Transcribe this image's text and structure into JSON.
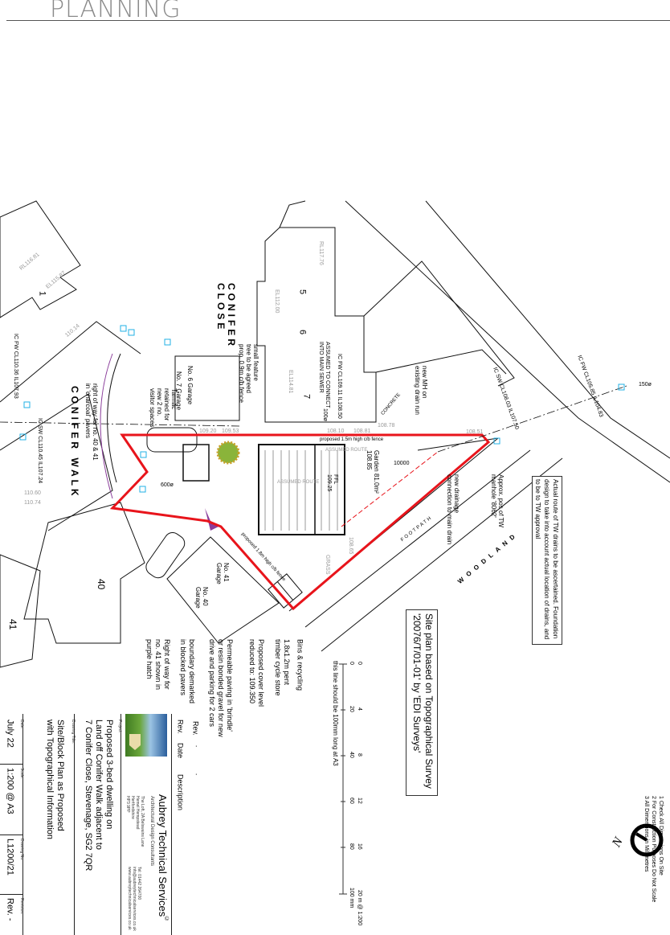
{
  "header": {
    "title": "PLANNING"
  },
  "notes": {
    "general": [
      "1 Check All Dimensions On Site",
      "2 For Construction Purposes Do Not Scale",
      "3 All Dimensions in Millimetres"
    ],
    "tw_drains": [
      "Actual route of TW drains to be ascertained. Foundation",
      "design to take into account actual location of drains, and",
      "to be to TW approval"
    ],
    "survey": [
      "Site plan based on Topographical Survey",
      "'20076/T/01-01' by 'EDI Surveys'"
    ],
    "north": "N"
  },
  "scale_bar": {
    "metres": [
      "0",
      "4",
      "8",
      "12",
      "16",
      "20"
    ],
    "metres_unit": "m @ 1:200",
    "millimetres": [
      "0",
      "20",
      "40",
      "60",
      "80",
      "100"
    ],
    "mm_unit": "mm",
    "caption": "this line should be 100mm long at A3"
  },
  "annotations": {
    "bins": "Bins & recycling",
    "cycle_store": [
      "1.8x1.2m pent",
      "timber cycle store"
    ],
    "cover_level": [
      "Proposed cover level",
      "reduced to: 109.350"
    ],
    "paving": [
      "Permeable paving in 'brindle'",
      "or resin bonded gravel for new",
      "drive and parking for 2 cars"
    ],
    "boundary": [
      "boundary demarked",
      "in blocked pavers"
    ],
    "right_of_way_41": [
      "Right of way for",
      "no. 41 shown in",
      "purple hatch"
    ],
    "right_of_way_40": [
      "right of way for no. 40 & 41",
      "in 'charcoal' pavers"
    ],
    "tarmac_retained": [
      "Tarmac",
      "retained for",
      "new 2 no.",
      "visitor spaces"
    ],
    "tree": [
      "small feature",
      "tree to be agreed",
      "prop. 0.9m c/b fence"
    ],
    "new_mh": [
      "new MH on",
      "existing drain run"
    ],
    "new_drainage": [
      "new drainage",
      "connection to main drain"
    ],
    "tw_manhole": [
      "Approx. pos of TW",
      "manhole '8062'"
    ],
    "assumed_sewer": [
      "ASSUMED TO CONNECT",
      "INTO MAIN SEWER"
    ],
    "fence_top": "proposed 1.5m high c/b fence",
    "fence_diag": "proposed 1.8m high c/b fence",
    "assumed_route": "ASSUMED ROUTE",
    "ffl": [
      "FFL",
      "109.25"
    ],
    "garden": [
      "Garden 81.0m²",
      "108.85"
    ],
    "dim_10000": "10000",
    "concrete": "CONCRETE",
    "grass": "GRASS",
    "footpath": "FOOTPATH",
    "woodland": "WOODLAND",
    "conifer_close": [
      "CONIFER",
      "CLOSE"
    ],
    "conifer_walk": "CONIFER WALK",
    "tarmac": "TARMAC",
    "no6_garage": "No. 6 Garage",
    "no7_garage": "No. 7 Garage",
    "no40_garage": [
      "No. 40",
      "Garage"
    ],
    "no41_garage": [
      "No. 41",
      "Garage"
    ],
    "house_1": "1",
    "house_5": "5",
    "house_6": "6",
    "house_7": "7",
    "house_40": "40",
    "house_41": "41",
    "levels": [
      "108.51",
      "108.10",
      "108.81",
      "108.78",
      "109.20",
      "109.53",
      "110.14",
      "110.60",
      "110.74",
      "108.65",
      "150ø",
      "600ø",
      "100ø",
      "EL112.00",
      "EL114.81",
      "RL117.76",
      "RL116.81",
      "EL115.87"
    ],
    "manhole_labels": [
      "IC FW CL109.11 IL108.50",
      "IC SW CL108.03 IL107.50",
      "IC FW CL105.85 IL104.83",
      "IC SW CL110.45 IL107.24",
      "IC FW CL110.36 IL107.93"
    ]
  },
  "title_block": {
    "rev_header": "Rev.",
    "rev_cols": [
      "Rev.",
      "Date",
      "Description"
    ],
    "rev_values": [
      "-",
      "-"
    ],
    "company": "Aubrey Technical Services",
    "company_mark": "©",
    "company_tagline": "Architectural Design Consultants",
    "company_address": [
      "The Loft, 2A Belswains Lane",
      "Hemel Hempstead",
      "Hertfordshire",
      "HP3 9PP"
    ],
    "company_contact": [
      "Tel: 01442 264700",
      "info@aubreytechnicalservices.co.uk",
      "www.aubreytechnicalservices.co.uk"
    ],
    "project_label": "Project:",
    "project": [
      "Proposed 3-bed dwelling on",
      "Land off Conifer Walk adjacent to",
      "7 Conifer Close, Stevenage, SG2 7QR"
    ],
    "drawing_title_label": "Drawing Title:",
    "drawing_title": [
      "Site/Block Plan as Proposed",
      "with Topographical Information"
    ],
    "date_label": "Date:",
    "date": "July 22",
    "scale_label": "Scale:",
    "scale": "1:200 @ A3",
    "drawing_no_label": "Drawing No:",
    "drawing_no": "L1200/21",
    "revision_label": "Revision:",
    "revision": "Rev. -"
  },
  "colors": {
    "boundary": "#e8141b",
    "right_of_way": "#8a3c9a",
    "manhole": "#22b0e6",
    "header": "#8a8a8a"
  }
}
